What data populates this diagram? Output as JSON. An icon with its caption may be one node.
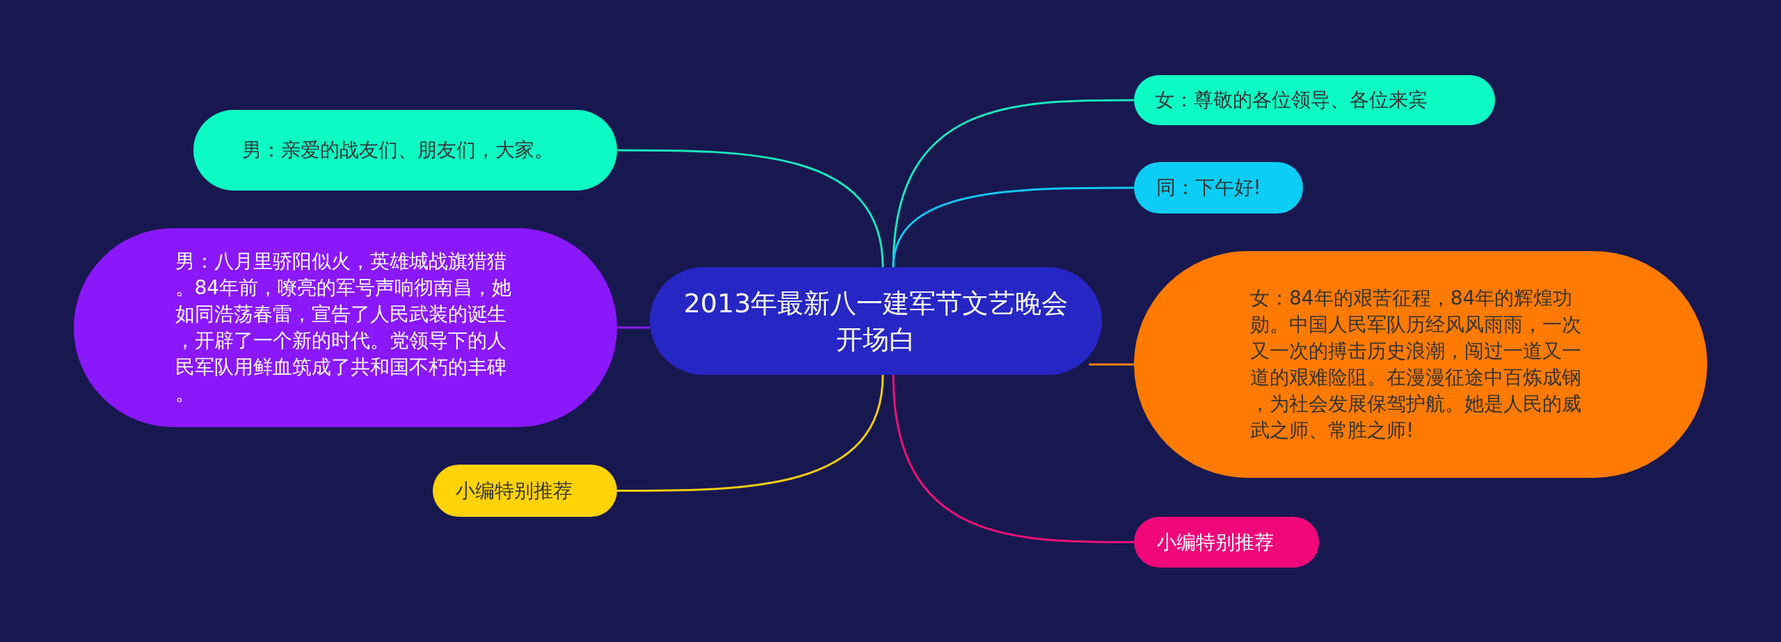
{
  "diagram": {
    "nodes": [
      {
        "text": [
          "2013年最新八一建军节文艺晚会开场白"
        ]
      },
      {
        "text": [
          "男：亲爱的战友们、朋友们，大家。"
        ]
      },
      {
        "text": [
          "男：八月里骄阳似火，英雄城战旗猎猎。84年前，嘹亮的军号声响彻南昌，她如同浩荡春雷，宣告了人民武装的诞生，开辟了一个新的时代。党领导下的人民军队用鲜血筑成了共和国不朽的丰碑。"
        ]
      },
      {
        "text": [
          "小编特别推荐"
        ]
      },
      {
        "text": [
          "女：尊敬的各位领导、各位来宾"
        ]
      },
      {
        "text": [
          "同：下午好!"
        ]
      },
      {
        "text": [
          "女：84年的艰苦征程，84年的辉煌功勋。中国人民军队历经风风雨雨，一次又一次的搏击历史浪潮，闯过一道又一道的艰难险阻。在漫漫征途中百炼成钢，为社会发展保驾护航。她是人民的威武之师、常胜之师!"
        ]
      },
      {
        "text": [
          "小编特别推荐"
        ]
      }
    ],
    "edges": [
      {
        "from": 0,
        "to": 1,
        "arrow": "none",
        "color": "#19e8bd"
      },
      {
        "from": 0,
        "to": 2,
        "arrow": "none",
        "color": "#8a1cf5"
      },
      {
        "from": 0,
        "to": 3,
        "arrow": "none",
        "color": "#f5cd0f"
      },
      {
        "from": 0,
        "to": 4,
        "arrow": "none",
        "color": "#19e8bd"
      },
      {
        "from": 0,
        "to": 5,
        "arrow": "none",
        "color": "#12c6ee"
      },
      {
        "from": 0,
        "to": 6,
        "arrow": "none",
        "color": "#f7820f"
      },
      {
        "from": 0,
        "to": 7,
        "arrow": "none",
        "color": "#ee1277"
      }
    ]
  }
}
